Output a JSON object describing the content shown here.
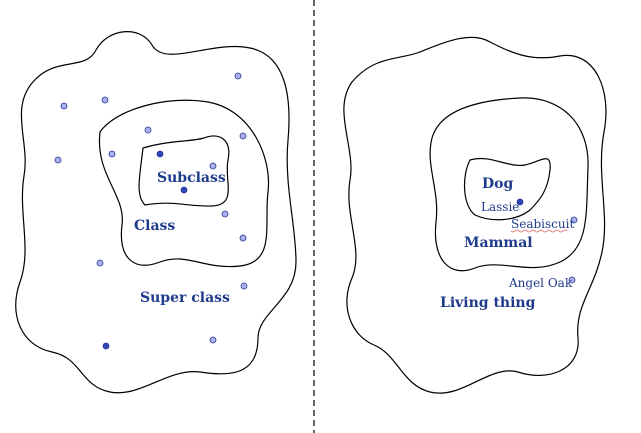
{
  "colors": {
    "label": "#1f3b8c",
    "dot_fill_dark": "#3344bb",
    "dot_fill_light": "#aab0ee",
    "dot_stroke": "#283890",
    "spellcheck": "#e06060"
  },
  "left_diagram": {
    "inner_label": "Subclass",
    "middle_label": "Class",
    "outer_label": "Super class",
    "dots": [
      {
        "shade": "light"
      },
      {
        "shade": "light"
      },
      {
        "shade": "light"
      },
      {
        "shade": "light"
      },
      {
        "shade": "light"
      },
      {
        "shade": "light"
      },
      {
        "shade": "light"
      },
      {
        "shade": "light"
      },
      {
        "shade": "light"
      },
      {
        "shade": "light"
      },
      {
        "shade": "light"
      },
      {
        "shade": "light"
      },
      {
        "shade": "light"
      },
      {
        "shade": "dark"
      },
      {
        "shade": "dark"
      },
      {
        "shade": "dark"
      }
    ]
  },
  "right_diagram": {
    "inner_label": "Dog",
    "middle_label": "Mammal",
    "outer_label": "Living thing",
    "instances": [
      {
        "label": "Lassie",
        "shade": "dark"
      },
      {
        "label": "Seabiscuit",
        "shade": "light"
      },
      {
        "label": "Angel Oak",
        "shade": "light"
      }
    ]
  }
}
